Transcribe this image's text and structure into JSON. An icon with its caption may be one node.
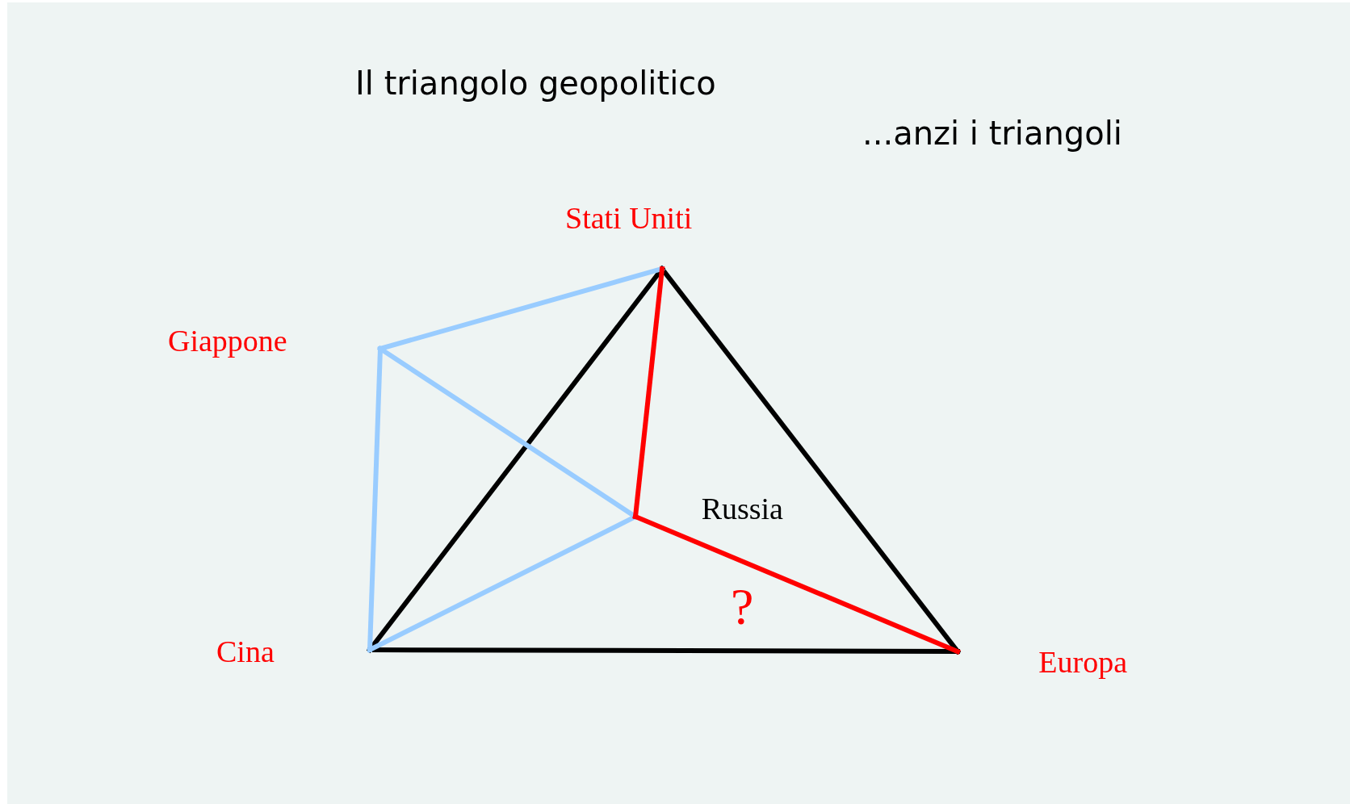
{
  "diagram": {
    "title": "Il triangolo geopolitico",
    "nodes": [
      {
        "text": [
          "Stati Uniti"
        ]
      },
      {
        "text": [
          "Giappone"
        ]
      },
      {
        "text": [
          "Russia"
        ]
      },
      {
        "text": [
          "Cina"
        ]
      },
      {
        "text": [
          "Europa"
        ]
      }
    ],
    "edges": [
      {
        "from": 0,
        "to": 3,
        "arrow": "none",
        "color": "#000000"
      },
      {
        "from": 0,
        "to": 4,
        "arrow": "none",
        "color": "#000000"
      },
      {
        "from": 3,
        "to": 4,
        "arrow": "none",
        "color": "#000000"
      },
      {
        "from": 1,
        "to": 0,
        "arrow": "none",
        "color": "#99ccff"
      },
      {
        "from": 1,
        "to": 2,
        "arrow": "none",
        "color": "#99ccff"
      },
      {
        "from": 1,
        "to": 3,
        "arrow": "none",
        "color": "#99ccff"
      },
      {
        "from": 3,
        "to": 2,
        "arrow": "none",
        "color": "#99ccff"
      },
      {
        "from": 0,
        "to": 2,
        "arrow": "none",
        "color": "#ff0000"
      },
      {
        "from": 2,
        "to": 4,
        "arrow": "none",
        "color": "#ff0000"
      }
    ],
    "labels": [
      "...anzi i triangoli",
      "?"
    ]
  }
}
